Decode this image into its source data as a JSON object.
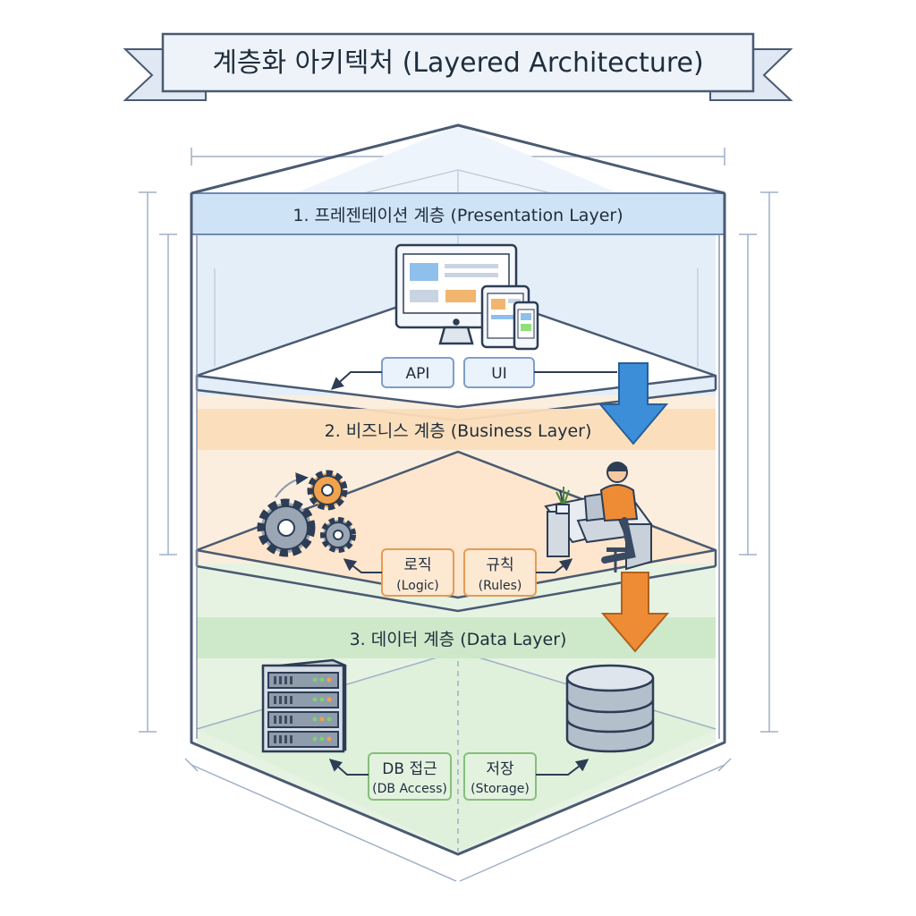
{
  "title": "계층화 아키텍처 (Layered Architecture)",
  "colors": {
    "outline": "#4a5a72",
    "presentation": "#cfe3f6",
    "business": "#fbe1c4",
    "data": "#d3ecd0",
    "arrow_blue": "#3d8ed8",
    "arrow_orange": "#ee8b35"
  },
  "layers": [
    {
      "label": "1. 프레젠테이션 계층 (Presentation Layer)",
      "icon": "desktop-tablet-phone-icon",
      "tags": [
        {
          "line1": "API",
          "line2": ""
        },
        {
          "line1": "UI",
          "line2": ""
        }
      ]
    },
    {
      "label": "2. 비즈니스 계층 (Business Layer)",
      "icons": [
        "gears-icon",
        "person-at-desk-icon"
      ],
      "tags": [
        {
          "line1": "로직",
          "line2": "(Logic)"
        },
        {
          "line1": "규칙",
          "line2": "(Rules)"
        }
      ]
    },
    {
      "label": "3. 데이터 계층 (Data Layer)",
      "icons": [
        "server-rack-icon",
        "database-icon"
      ],
      "tags": [
        {
          "line1": "DB 접근",
          "line2": "(DB Access)"
        },
        {
          "line1": "저장",
          "line2": "(Storage)"
        }
      ]
    }
  ]
}
